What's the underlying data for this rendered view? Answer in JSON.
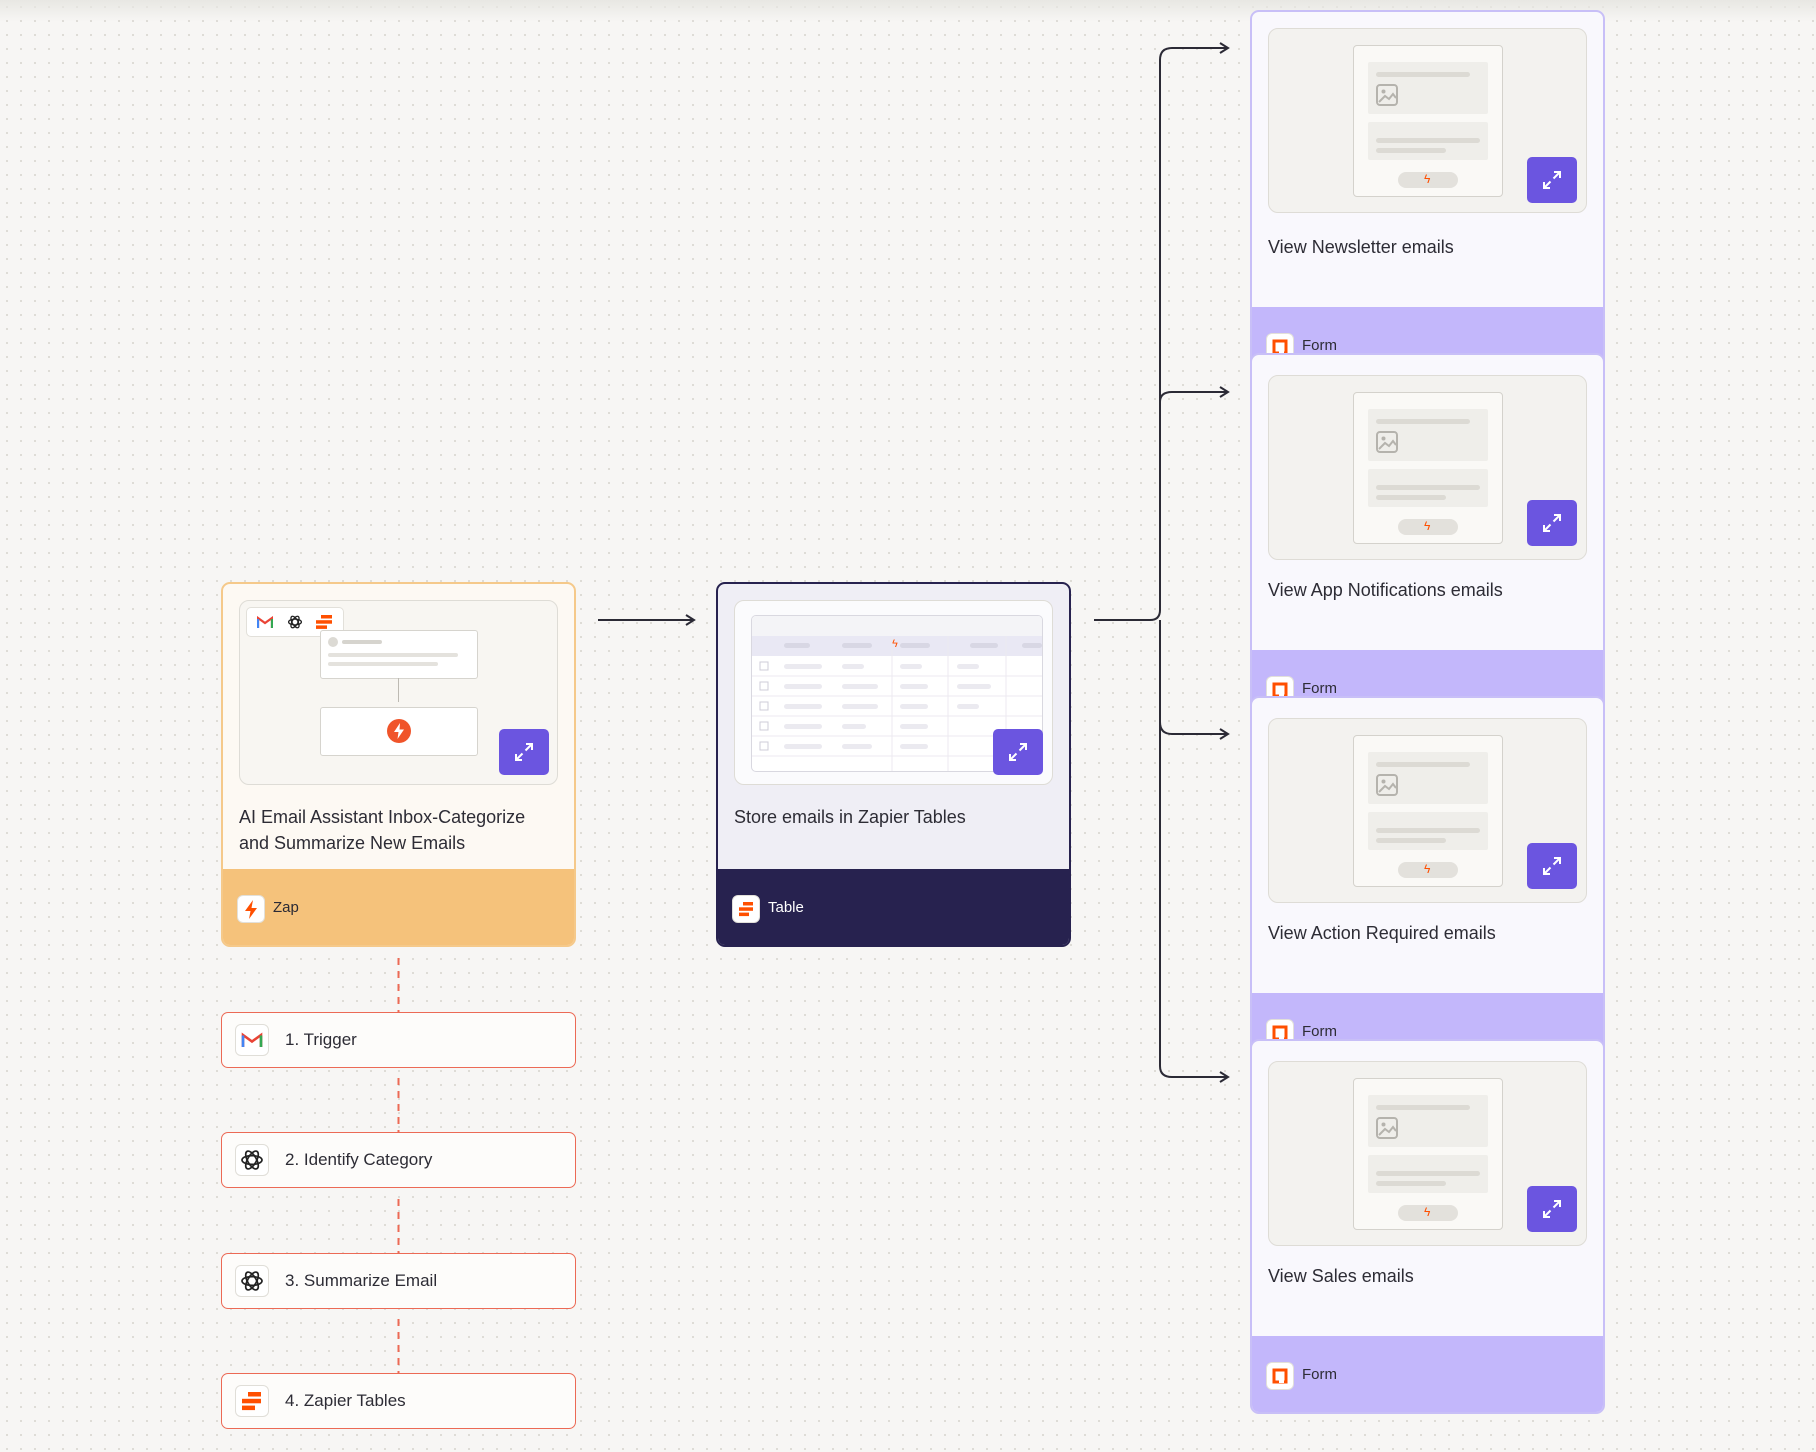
{
  "canvas": {
    "zap_card": {
      "title": "AI Email Assistant Inbox-Categorize and Summarize New Emails",
      "type_label": "Zap"
    },
    "table_card": {
      "title": "Store emails in Zapier Tables",
      "type_label": "Table"
    },
    "form_cards": [
      {
        "title": "View Newsletter emails",
        "type_label": "Form"
      },
      {
        "title": "View App Notifications emails",
        "type_label": "Form"
      },
      {
        "title": "View Action Required emails",
        "type_label": "Form"
      },
      {
        "title": "View Sales emails",
        "type_label": "Form"
      }
    ],
    "steps": [
      {
        "label": "1. Trigger",
        "icon": "gmail-icon"
      },
      {
        "label": "2. Identify Category",
        "icon": "openai-icon"
      },
      {
        "label": "3. Summarize Email",
        "icon": "openai-icon"
      },
      {
        "label": "4. Zapier Tables",
        "icon": "zapier-tables-icon"
      }
    ]
  },
  "colors": {
    "zap_border": "#f5c98a",
    "zap_footer": "#f5c27b",
    "table_dark": "#27224f",
    "form_border": "#c8bff7",
    "form_footer": "#c3b7fb",
    "expand_button": "#6b55e0",
    "step_border": "#ec6a55",
    "accent_orange": "#ff4f00"
  }
}
